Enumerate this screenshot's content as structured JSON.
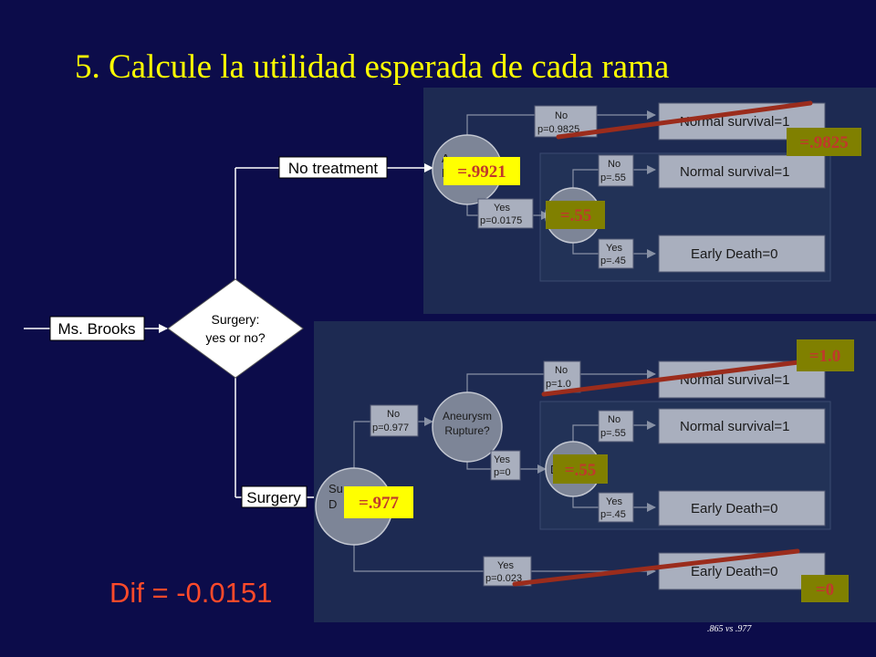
{
  "slide": {
    "title": "5. Calcule la utilidad esperada de cada rama",
    "difference": "Dif = -0.0151",
    "footnote": ".865 vs .977"
  },
  "tree": {
    "root": "Ms. Brooks",
    "decision": [
      "Surgery:",
      "yes or no?"
    ],
    "options": {
      "no_treatment": "No treatment",
      "surgery": "Surgery"
    },
    "top": {
      "chance1": [
        "A",
        "R"
      ],
      "no_branch": [
        "No",
        "p=0.9825"
      ],
      "yes_branch": [
        "Yes",
        "p=0.0175"
      ],
      "outcome_normal": "Normal survival=1",
      "sub_no": [
        "No",
        "p=.55"
      ],
      "sub_yes": [
        "Yes",
        "p=.45"
      ],
      "sub_outcome_normal": "Normal survival=1",
      "sub_outcome_death": "Early Death=0"
    },
    "bottom": {
      "chance_surgery": [
        "Su",
        "D"
      ],
      "chance_rupture": [
        "Aneurysm",
        "Rupture?"
      ],
      "no_branch": [
        "No",
        "p=0.977"
      ],
      "no_branch2": [
        "No",
        "p=1.0"
      ],
      "yes_branch2": [
        "Yes",
        "p=0"
      ],
      "yes_branch": [
        "Yes",
        "p=0.023"
      ],
      "outcome_normal": "Normal survival=1",
      "sub_chance": "D",
      "sub_no": [
        "No",
        "p=.55"
      ],
      "sub_yes": [
        "Yes",
        "p=.45"
      ],
      "sub_outcome_normal": "Normal survival=1",
      "sub_outcome_death": "Early Death=0",
      "outcome_death": "Early Death=0"
    }
  },
  "annotations": {
    "top_root": "=.9921",
    "top_sub": "=.55",
    "top_normal": "=.9825",
    "bottom_normal": "=1.0",
    "bottom_sub": "=.55",
    "bottom_root": "=.977",
    "bottom_death": "=0"
  },
  "colors": {
    "background": "#0c0c4a",
    "title": "#ffff00",
    "annotation_box": "#ffff00",
    "annotation_olive_box": "#808000",
    "annotation_text": "#c0392b",
    "strike_line": "#9b2c1c",
    "difference_text": "#ff4a2a"
  }
}
